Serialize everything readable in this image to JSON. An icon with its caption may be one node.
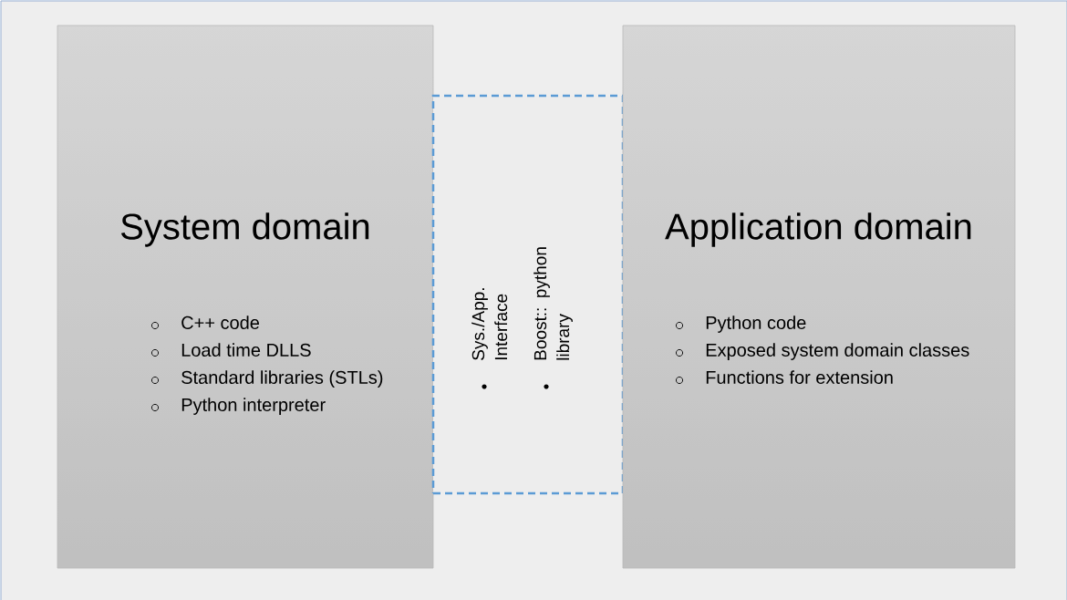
{
  "diagram": {
    "nodes": [
      {
        "text": [
          "System domain",
          "C++ code",
          "Load time DLLS",
          "Standard libraries (STLs)",
          "Python interpreter"
        ]
      },
      {
        "text": [
          "Sys./App. Interface",
          "Boost:: python library"
        ]
      },
      {
        "text": [
          "Application domain",
          "Python code",
          "Exposed system domain classes",
          "Functions for extension"
        ]
      }
    ]
  }
}
